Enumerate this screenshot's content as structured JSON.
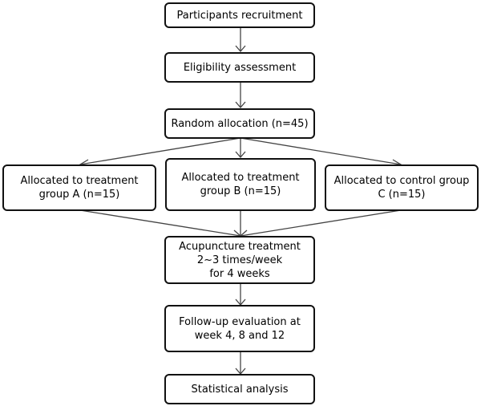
{
  "nodes": {
    "recruitment": "Participants recruitment",
    "eligibility": "Eligibility assessment",
    "random": "Random allocation (n=45)",
    "group_a": "Allocated to treatment\ngroup A (n=15)",
    "group_b": "Allocated to treatment\ngroup B (n=15)",
    "group_c": "Allocated to control group\nC (n=15)",
    "treatment": "Acupuncture treatment\n2~3 times/week\nfor 4 weeks",
    "followup": "Follow-up evaluation at\nweek 4, 8 and 12",
    "analysis": "Statistical analysis"
  }
}
